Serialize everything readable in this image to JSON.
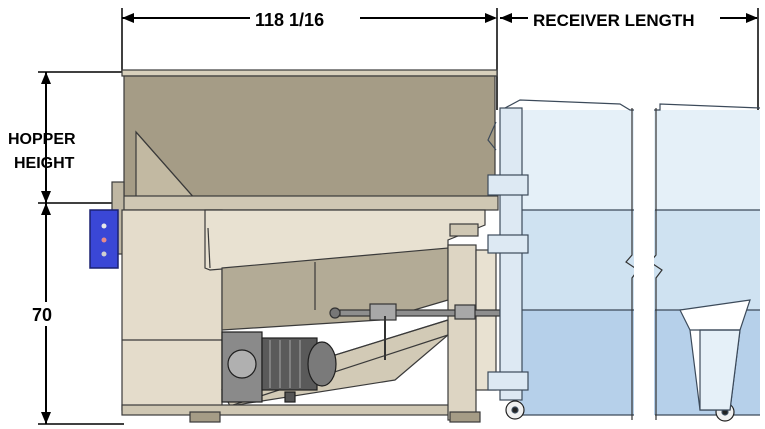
{
  "dimensions": {
    "width_label": "118 1/16",
    "receiver_label": "RECEIVER LENGTH",
    "hopper_height_line1": "HOPPER",
    "hopper_height_line2": "HEIGHT",
    "base_height_label": "70"
  },
  "colors": {
    "hopper_fill": "#a59c86",
    "body_fill": "#e4dccb",
    "body_shade": "#cfc6b2",
    "frame_fill": "#ddd5c3",
    "receiver_light": "#e5f0f8",
    "receiver_mid": "#cfe2f1",
    "receiver_deep": "#b6d0ea",
    "control_panel": "#3a47d6",
    "motor": "#6d6d6d"
  }
}
